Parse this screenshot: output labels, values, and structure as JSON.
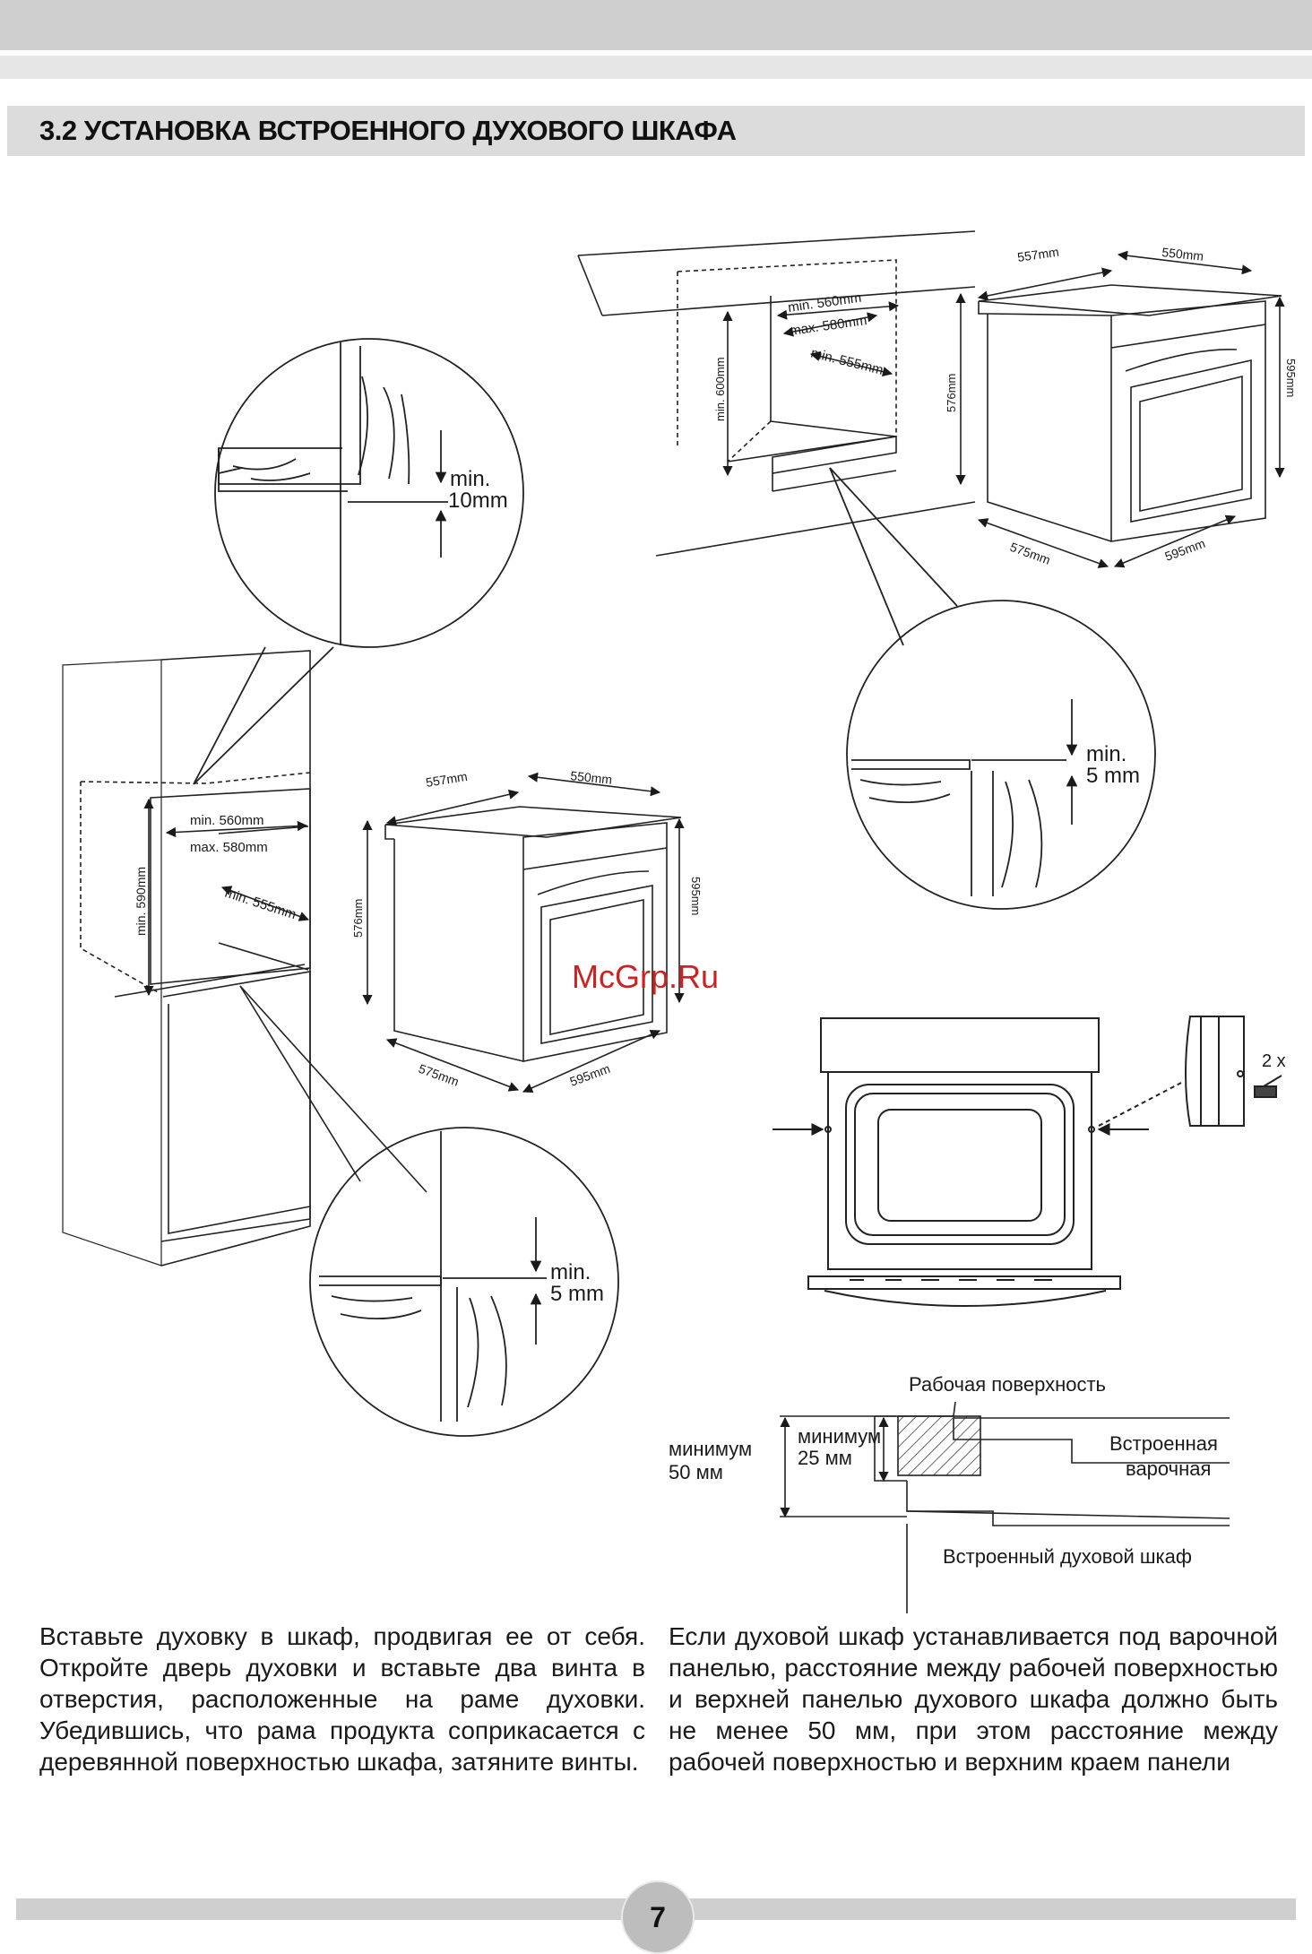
{
  "section": {
    "title": "3.2 УСТАНОВКА ВСТРОЕННОГО ДУХОВОГО ШКАФА"
  },
  "diagram": {
    "top_cabinet": {
      "min_width": "min. 560mm",
      "max_width": "max. 580mm",
      "min_depth": "min. 555mm",
      "min_height": "min. 600mm"
    },
    "tall_cabinet": {
      "min_width": "min. 560mm",
      "max_width": "max. 580mm",
      "min_depth": "min. 555mm",
      "min_height": "min. 590mm"
    },
    "oven_dims": {
      "top_left": "557mm",
      "top_right": "550mm",
      "height_left": "576mm",
      "height_right": "595mm",
      "bottom_left": "575mm",
      "bottom_right": "595mm"
    },
    "detail_10": {
      "line1": "min.",
      "line2": "10mm"
    },
    "detail_5a": {
      "line1": "min.",
      "line2": "5 mm"
    },
    "detail_5b": {
      "line1": "min.",
      "line2": "5 mm"
    },
    "screws": "2 x",
    "watermark": "McGrp.Ru",
    "section_labels": {
      "work_surface": "Рабочая поверхность",
      "min50_line1": "минимум",
      "min50_line2": "50 мм",
      "min25_line1": "минимум",
      "min25_line2": "25 мм",
      "hob_line1": "Встроенная",
      "hob_line2": "варочная",
      "oven": "Встроенный духовой шкаф"
    }
  },
  "text": {
    "left": "Вставьте духовку в  шкаф, продвигая ее от себя. Откройте дверь духовки и вставьте два винта в отверстия, расположенные на раме духовки. Убедившись, что рама продукта соприкасается с деревянной поверхностью шкафа, затяните винты.",
    "right": "Если духовой шкаф устанавливается под варочной панелью, расстояние между рабочей поверхностью и верхней панелью духового шкафа должно быть не менее 50 мм, при этом расстояние между рабочей поверхностью и верхним краем панели"
  },
  "page": {
    "number": "7"
  }
}
